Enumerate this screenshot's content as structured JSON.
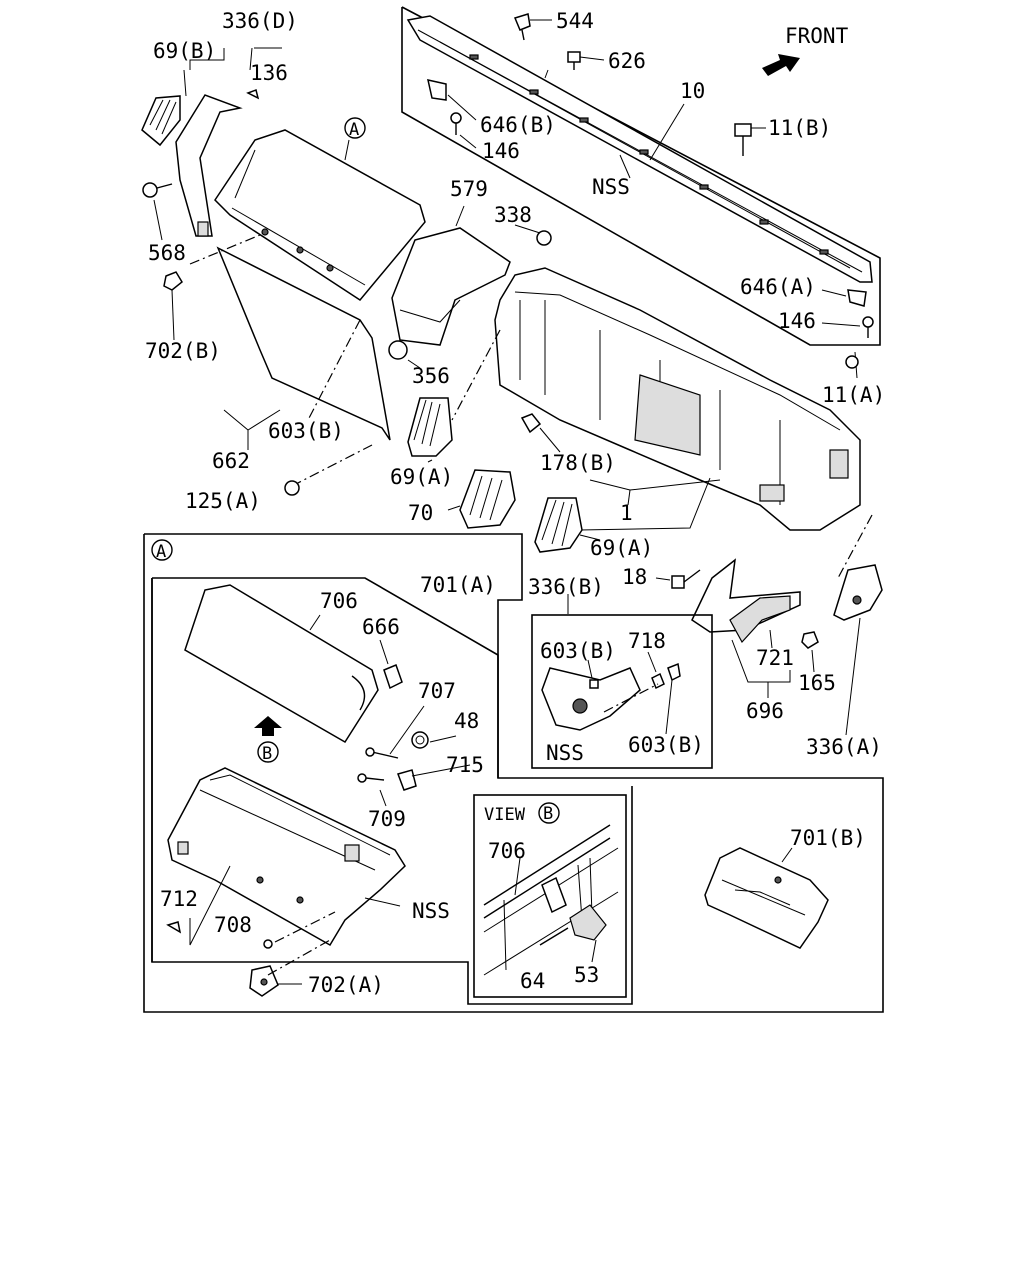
{
  "front_label": "FRONT",
  "callouts": {
    "c336D": "336(D)",
    "c69B": "69(B)",
    "c136": "136",
    "c568": "568",
    "c702B": "702(B)",
    "cA_main": "A",
    "c579": "579",
    "c338": "338",
    "c356": "356",
    "c544": "544",
    "c626": "626",
    "c10": "10",
    "c646B": "646(B)",
    "c146_top": "146",
    "c11B": "11(B)",
    "cNSS_top": "NSS",
    "c646A": "646(A)",
    "c146_right": "146",
    "c11A": "11(A)",
    "c603B_main": "603(B)",
    "c662": "662",
    "c125A": "125(A)",
    "c69A_1": "69(A)",
    "c70": "70",
    "c178B": "178(B)",
    "c1": "1",
    "c69A_2": "69(A)",
    "c18": "18",
    "c721": "721",
    "c165": "165",
    "c696": "696",
    "c336A": "336(A)",
    "c336B": "336(B)",
    "c603B_inset1": "603(B)",
    "c718": "718",
    "cNSS_inset": "NSS",
    "c603B_inset2": "603(B)"
  },
  "detail_a": {
    "marker": "A",
    "c701A": "701(A)",
    "c706": "706",
    "c666": "666",
    "c707": "707",
    "c48": "48",
    "c715": "715",
    "c709": "709",
    "cB": "B",
    "c712": "712",
    "c708": "708",
    "cNSS": "NSS",
    "c702A": "702(A)",
    "c701B": "701(B)"
  },
  "view_b": {
    "title": "VIEW",
    "marker": "B",
    "c706": "706",
    "c64": "64",
    "c53": "53"
  }
}
